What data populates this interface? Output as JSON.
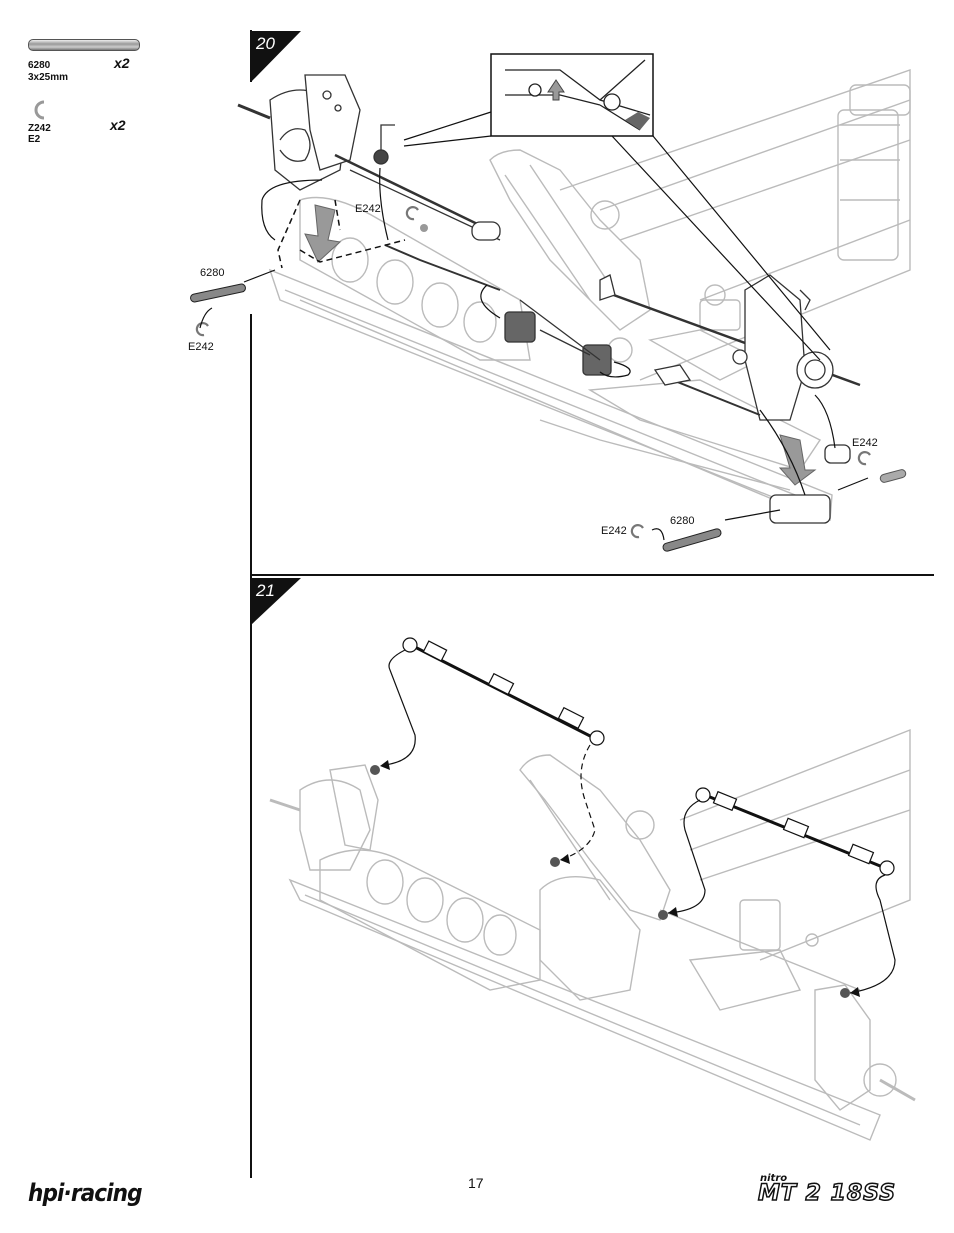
{
  "parts": [
    {
      "code": "6280",
      "size": "3x25mm",
      "qty": "x2",
      "icon": "pin-icon"
    },
    {
      "code": "Z242",
      "size": "E2",
      "qty": "x2",
      "icon": "e-clip-icon"
    }
  ],
  "steps": [
    {
      "number": "20",
      "callouts": {
        "e242_a": "E242",
        "pin_a": "6280",
        "e242_b": "E242",
        "e242_c": "E242",
        "e242_d": "E242",
        "pin_b": "6280"
      }
    },
    {
      "number": "21"
    }
  ],
  "footer": {
    "page_number": "17",
    "left_logo": "hpi·racing",
    "right_logo_small": "nitro",
    "right_logo": "MT 2 18SS"
  }
}
